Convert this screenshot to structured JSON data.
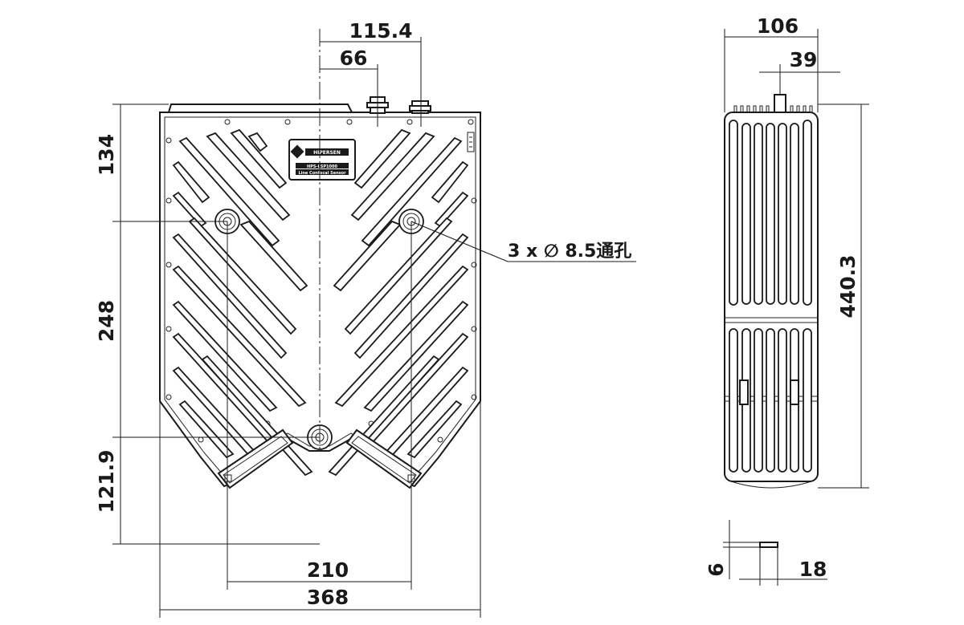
{
  "dimensions": {
    "top_outer": "115.4",
    "top_inner": "66",
    "left_top": "134",
    "left_mid": "248",
    "left_bottom": "121.9",
    "bottom_inner": "210",
    "bottom_outer": "368",
    "side_width": "106",
    "side_connector": "39",
    "side_height": "440.3",
    "detail_thickness": "6",
    "detail_width": "18"
  },
  "callout": {
    "hole_note": "3 x ∅ 8.5通孔"
  },
  "nameplate": {
    "brand": "HIPERSEN",
    "model": "HPS-LSP1000",
    "product": "Line Confocal Sensor"
  }
}
